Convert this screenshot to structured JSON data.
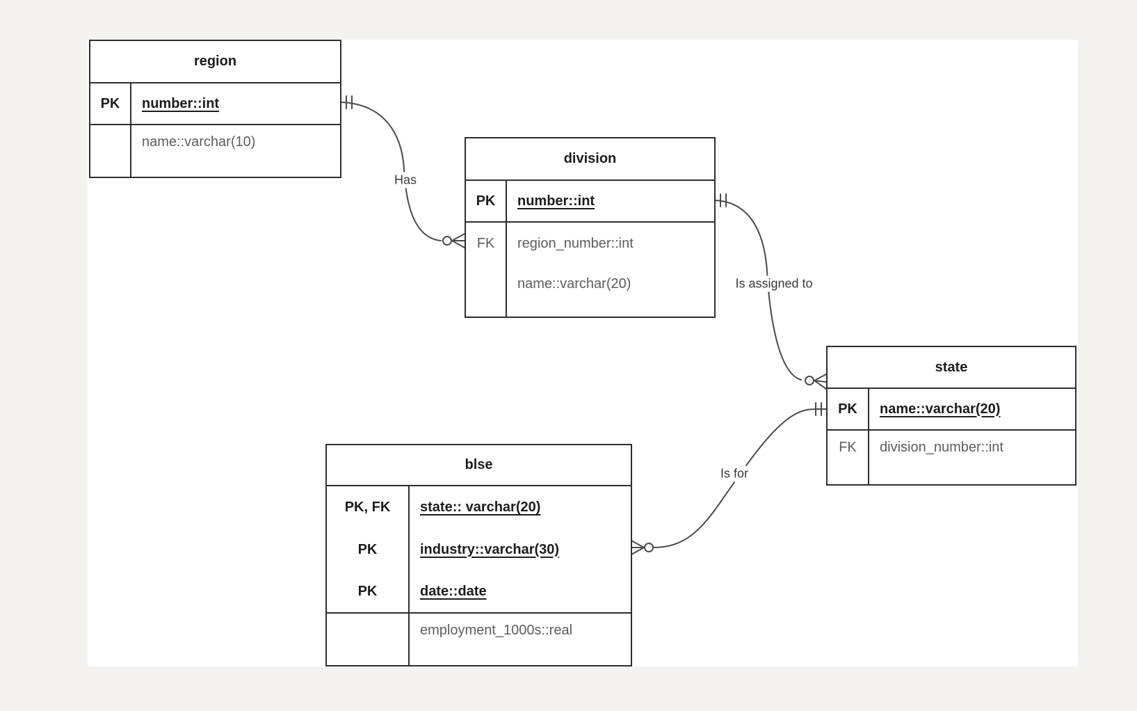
{
  "diagram": {
    "type": "entity-relationship-diagram",
    "notation": "crows-foot"
  },
  "colors": {
    "page_background": "#f5f3ef",
    "canvas_background": "#ffffff",
    "entity_border": "#2e2e2e",
    "wire": "#4a4a4a",
    "text_primary": "#1c1c1c",
    "text_muted": "#5d5d5d",
    "relationship_label": "#3a3a3a"
  },
  "entities": [
    {
      "title": "region",
      "sections": [
        {
          "rows": [
            {
              "key": "PK",
              "attr": "number::int",
              "keyed": true
            }
          ]
        },
        {
          "rows": [
            {
              "key": "",
              "attr": "name::varchar(10)",
              "keyed": false
            }
          ]
        }
      ]
    },
    {
      "title": "division",
      "sections": [
        {
          "rows": [
            {
              "key": "PK",
              "attr": "number::int",
              "keyed": true
            }
          ]
        },
        {
          "rows": [
            {
              "key": "FK",
              "attr": "region_number::int",
              "keyed": false
            },
            {
              "key": "",
              "attr": "name::varchar(20)",
              "keyed": false
            }
          ]
        }
      ]
    },
    {
      "title": "state",
      "sections": [
        {
          "rows": [
            {
              "key": "PK",
              "attr": "name::varchar(20)",
              "keyed": true
            }
          ]
        },
        {
          "rows": [
            {
              "key": "FK",
              "attr": "division_number::int",
              "keyed": false
            }
          ]
        }
      ]
    },
    {
      "title": "blse",
      "sections": [
        {
          "rows": [
            {
              "key": "PK, FK",
              "attr": "state:: varchar(20)",
              "keyed": true
            },
            {
              "key": "PK",
              "attr": "industry::varchar(30)",
              "keyed": true
            },
            {
              "key": "PK",
              "attr": "date::date",
              "keyed": true
            }
          ]
        },
        {
          "rows": [
            {
              "key": "",
              "attr": "employment_1000s::real",
              "keyed": false
            }
          ]
        }
      ]
    }
  ],
  "relationships": [
    {
      "label": "Has",
      "from": "region",
      "to": "division",
      "from_cardinality": "one and only one",
      "to_cardinality": "zero or many"
    },
    {
      "label": "Is assigned to",
      "from": "division",
      "to": "state",
      "from_cardinality": "one and only one",
      "to_cardinality": "zero or many"
    },
    {
      "label": "Is for",
      "from": "blse",
      "to": "state",
      "from_cardinality": "zero or many",
      "to_cardinality": "one and only one"
    }
  ]
}
